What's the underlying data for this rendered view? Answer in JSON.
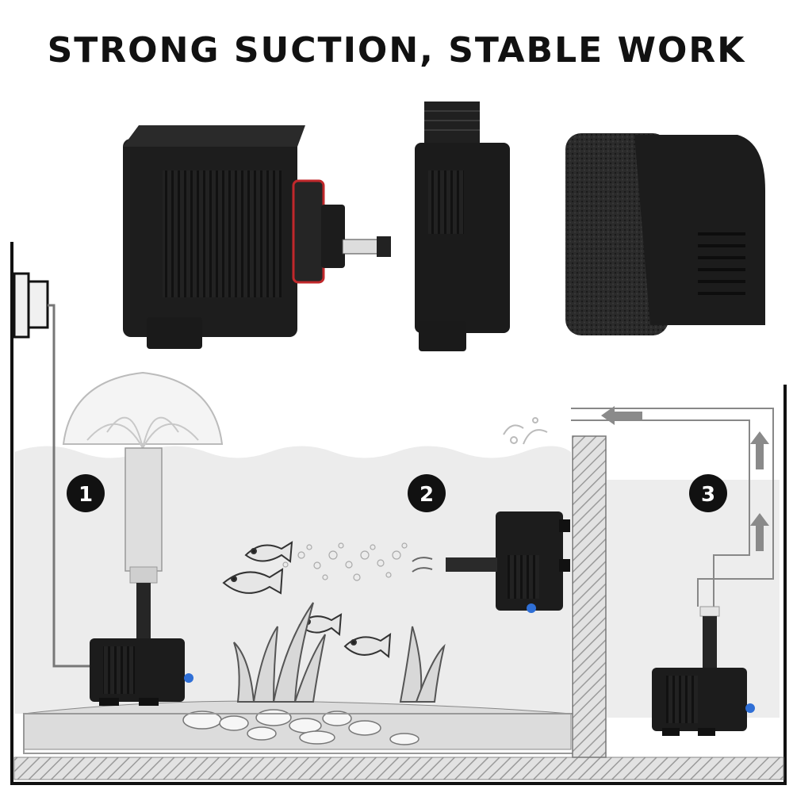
{
  "headline": "STRONG SUCTION, STABLE WORK",
  "steps": [
    {
      "number": "1",
      "use": "fountain"
    },
    {
      "number": "2",
      "use": "aeration"
    },
    {
      "number": "3",
      "use": "filter-circulation"
    }
  ],
  "colors": {
    "pump_body": "#1c1c1c",
    "sponge": "#2a2a2a",
    "water": "#ebebeb",
    "tank_line": "#111111",
    "accent_blue": "#2f6fd6",
    "accent_red": "#c0282b",
    "arrow_gray": "#8a8a8a"
  },
  "icons": [
    "pump-front-view",
    "pump-side-view",
    "pump-with-sponge-filter",
    "fountain-spray",
    "fish",
    "aquatic-plant",
    "pebble",
    "up-arrow",
    "left-arrow"
  ]
}
